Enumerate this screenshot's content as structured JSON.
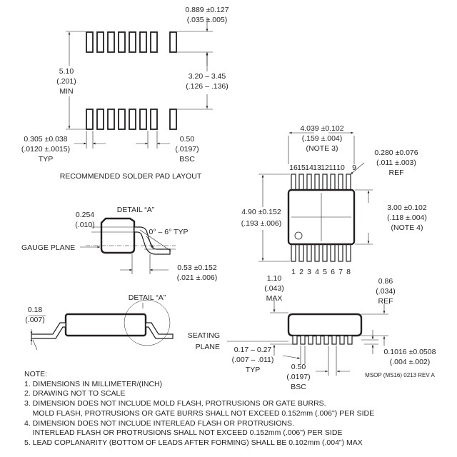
{
  "solder_pad": {
    "pitch_mm": "0.889 ±0.127",
    "pitch_in": "(.035 ±.005)",
    "span_mm": "5.10",
    "span_in": "(.201)",
    "span_note": "MIN",
    "pad_len_mm": "3.20 – 3.45",
    "pad_len_in": "(.126 – .136)",
    "pad_w_mm": "0.305 ±0.038",
    "pad_w_in": "(.0120 ±.0015)",
    "pad_w_note": "TYP",
    "pad_pitch_mm": "0.50",
    "pad_pitch_in": "(.0197)",
    "pad_pitch_note": "BSC",
    "caption": "RECOMMENDED SOLDER PAD LAYOUT"
  },
  "top_view": {
    "width_mm": "4.039 ±0.102",
    "width_in": "(.159 ±.004)",
    "width_note": "(NOTE 3)",
    "lead_w_mm": "0.280 ±0.076",
    "lead_w_in": "(.011 ±.003)",
    "lead_w_note": "REF",
    "len_mm": "4.90 ±0.152",
    "len_in": "(.193 ±.006)",
    "body_w_mm": "3.00 ±0.102",
    "body_w_in": "(.118 ±.004)",
    "body_w_note": "(NOTE 4)",
    "top_pins": [
      "16",
      "15",
      "14",
      "13",
      "12",
      "11",
      "10",
      "9"
    ],
    "bottom_pins": [
      "1",
      "2",
      "3",
      "4",
      "5",
      "6",
      "7",
      "8"
    ]
  },
  "detail": {
    "label": "DETAIL “A”",
    "thick_mm": "0.254",
    "thick_in": "(.010)",
    "angle": "0° – 6° TYP",
    "gauge": "GAUGE PLANE",
    "foot_mm": "0.53 ±0.152",
    "foot_in": "(.021 ±.006)"
  },
  "side_view": {
    "lead_th_mm": "0.18",
    "lead_th_in": "(.007)",
    "detail_ref": "DETAIL “A”"
  },
  "end_view": {
    "height_mm": "1.10",
    "height_in": "(.043)",
    "height_note": "MAX",
    "body_h_mm": "0.86",
    "body_h_in": "(.034)",
    "body_h_note": "REF",
    "seating_1": "SEATING",
    "seating_2": "PLANE",
    "lead_w_mm": "0.17 – 0.27",
    "lead_w_in": "(.007 – .011)",
    "lead_w_note": "TYP",
    "pitch_mm": "0.50",
    "pitch_in": "(.0197)",
    "pitch_note": "BSC",
    "standoff_mm": "0.1016 ±0.0508",
    "standoff_in": "(.004 ±.002)",
    "code": "MSOP (MS16) 0213 REV A"
  },
  "notes": {
    "title": "NOTE:",
    "items": [
      "1. DIMENSIONS IN MILLIMETER/(INCH)",
      "2. DRAWING NOT TO SCALE",
      "3. DIMENSION DOES NOT INCLUDE MOLD FLASH, PROTRUSIONS OR GATE BURRS.",
      "    MOLD FLASH, PROTRUSIONS OR GATE BURRS SHALL NOT EXCEED 0.152mm (.006\") PER SIDE",
      "4. DIMENSION DOES NOT INCLUDE INTERLEAD FLASH OR PROTRUSIONS.",
      "    INTERLEAD FLASH OR PROTRUSIONS SHALL NOT EXCEED 0.152mm (.006\") PER SIDE",
      "5. LEAD COPLANARITY (BOTTOM OF LEADS AFTER FORMING) SHALL BE 0.102mm (.004\") MAX"
    ]
  }
}
